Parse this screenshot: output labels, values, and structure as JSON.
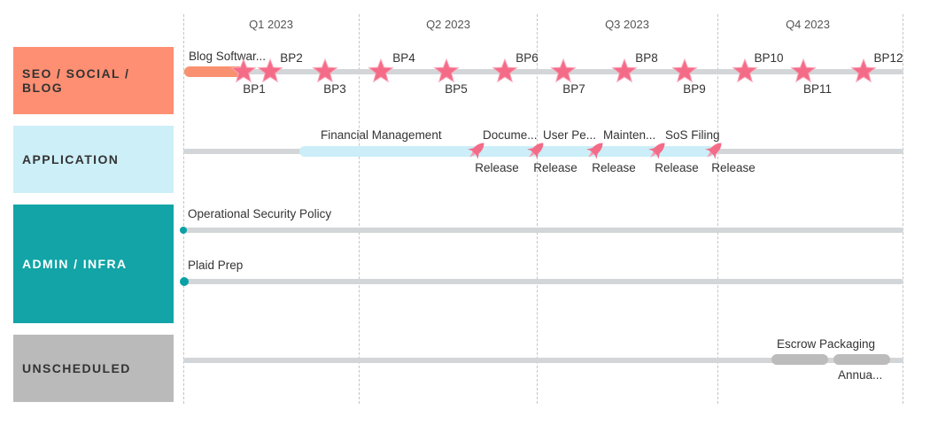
{
  "colors": {
    "seo_lane": "#ff8f73",
    "app_lane": "#cdeff8",
    "admin_lane": "#12a4a6",
    "unscheduled_lane": "#bababa",
    "star": "#f46b88",
    "blog_bar": "#f99170",
    "app_bar": "#cbeef8",
    "unscheduled_bar": "#bcbcbc"
  },
  "timeline": {
    "quarters": [
      "Q1 2023",
      "Q2 2023",
      "Q3 2023",
      "Q4 2023"
    ]
  },
  "lanes": {
    "seo": {
      "label": "SEO / SOCIAL / BLOG",
      "bar_label": "Blog Softwar...",
      "milestones": [
        "BP1",
        "BP2",
        "BP3",
        "BP4",
        "BP5",
        "BP6",
        "BP7",
        "BP8",
        "BP9",
        "BP10",
        "BP11",
        "BP12"
      ]
    },
    "application": {
      "label": "APPLICATION",
      "bar_label": "Financial Management",
      "releases": [
        {
          "title": "Docume...",
          "label": "Release"
        },
        {
          "title": "User Pe...",
          "label": "Release"
        },
        {
          "title": "Mainten...",
          "label": "Release"
        },
        {
          "title": "SoS Filing",
          "label": "Release"
        },
        {
          "title": "",
          "label": "Release"
        }
      ]
    },
    "admin": {
      "label": "ADMIN / INFRA",
      "items": [
        "Operational Security Policy",
        "Plaid Prep"
      ]
    },
    "unscheduled": {
      "label": "UNSCHEDULED",
      "items": [
        "Escrow Packaging",
        "Annua..."
      ]
    }
  }
}
